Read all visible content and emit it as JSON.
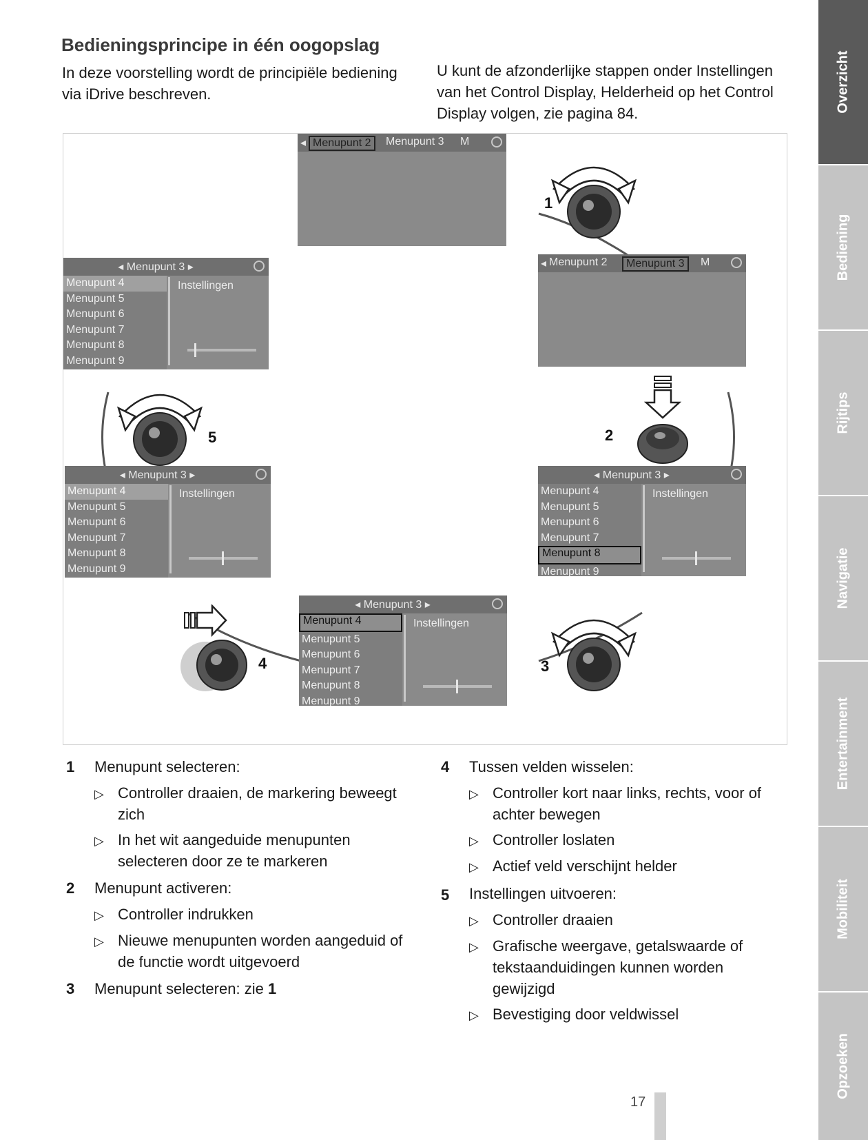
{
  "header": {
    "title": "Bedieningsprincipe in één oogopslag",
    "intro_left": "In deze voorstelling wordt de principiële bediening via iDrive beschreven.",
    "intro_right": "U kunt de afzonderlijke stappen onder Instellingen van het Control Display, Helderheid op het Control Display volgen, zie pagina 84."
  },
  "figure": {
    "top_panel": {
      "item_a": "Menupunt 2",
      "item_b": "Menupunt 3",
      "item_c": "M"
    },
    "right_top_panel": {
      "item_a": "Menupunt 2",
      "item_b": "Menupunt 3",
      "item_c": "M"
    },
    "menu_title": "Menupunt 3",
    "list_items": [
      "Menupunt 4",
      "Menupunt 5",
      "Menupunt 6",
      "Menupunt 7",
      "Menupunt 8",
      "Menupunt 9"
    ],
    "settings_label": "Instellingen",
    "step_labels": [
      "1",
      "2",
      "3",
      "4",
      "5"
    ]
  },
  "steps_left": [
    {
      "num": "1",
      "title": "Menupunt selecteren:",
      "bullets": [
        "Controller draaien, de markering beweegt zich",
        "In het wit aangeduide menupunten selecteren door ze te markeren"
      ]
    },
    {
      "num": "2",
      "title": "Menupunt activeren:",
      "bullets": [
        "Controller indrukken",
        "Nieuwe menupunten worden aangeduid of de functie wordt uitgevoerd"
      ]
    },
    {
      "num": "3",
      "title": "Menupunt selecteren: zie",
      "ref": "1"
    }
  ],
  "steps_right": [
    {
      "num": "4",
      "title": "Tussen velden wisselen:",
      "bullets": [
        "Controller kort naar links, rechts, voor of achter bewegen",
        "Controller loslaten",
        "Actief veld verschijnt helder"
      ]
    },
    {
      "num": "5",
      "title": "Instellingen uitvoeren:",
      "bullets": [
        "Controller draaien",
        "Grafische weergave, getalswaarde of tekstaanduidingen kunnen worden gewijzigd",
        "Bevestiging door veldwissel"
      ]
    }
  ],
  "tabs": [
    "Overzicht",
    "Bediening",
    "Rijtips",
    "Navigatie",
    "Entertainment",
    "Mobiliteit",
    "Opzoeken"
  ],
  "page_number": "17"
}
